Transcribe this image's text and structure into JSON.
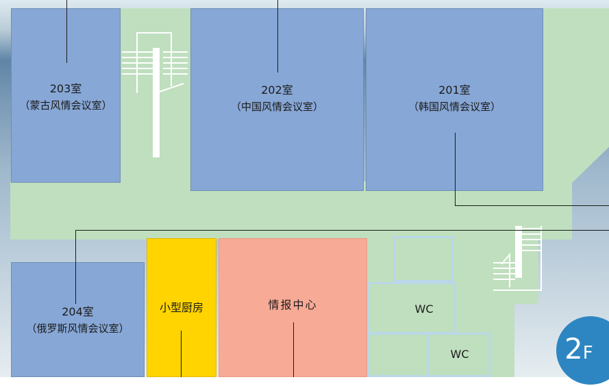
{
  "floor": {
    "badge_number": "2",
    "badge_letter": "F"
  },
  "rooms": {
    "r203": {
      "number": "203室",
      "name": "（蒙古风情会议室）"
    },
    "r202": {
      "number": "202室",
      "name": "（中国风情会议室）"
    },
    "r201": {
      "number": "201室",
      "name": "（韩国风情会议室）"
    },
    "r204": {
      "number": "204室",
      "name": "（俄罗斯风情会议室）"
    },
    "kitchen": {
      "name": "小型厨房"
    },
    "info": {
      "name": "情报中心"
    },
    "wc1": {
      "name": "WC"
    },
    "wc2": {
      "name": "WC"
    }
  },
  "colors": {
    "meeting_room": "#87a7d6",
    "kitchen": "#ffd400",
    "info_center": "#f7aa95",
    "corridor": "#bfdfbe",
    "floor_badge": "#2d86c2"
  }
}
